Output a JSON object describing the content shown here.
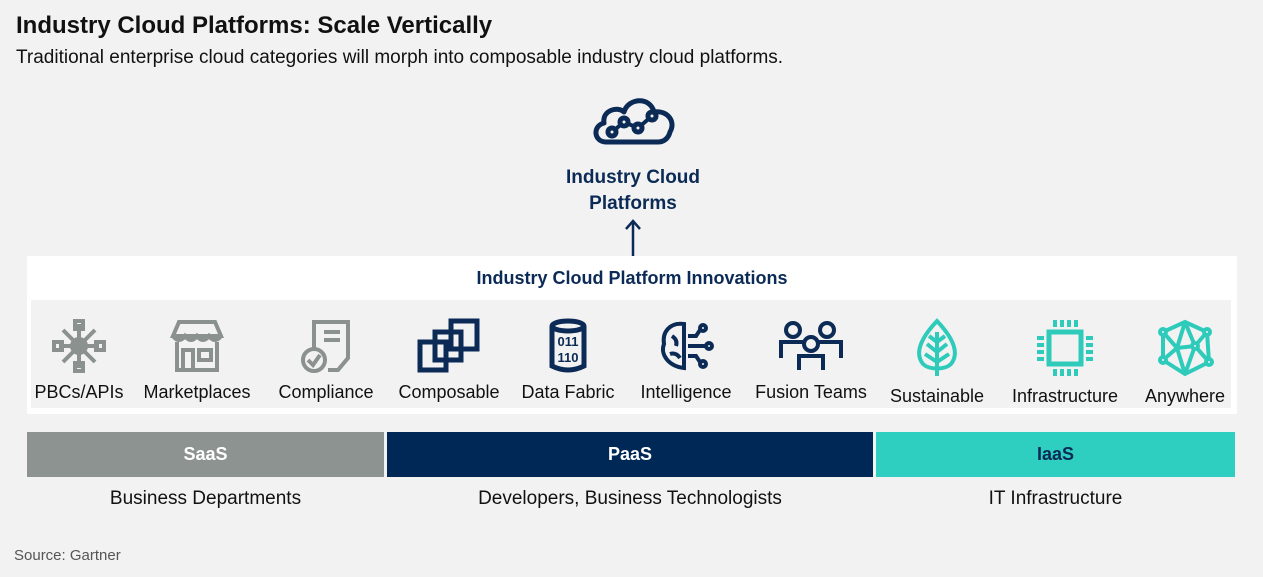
{
  "title": "Industry Cloud Platforms: Scale Vertically",
  "subtitle": "Traditional enterprise cloud categories will morph into composable industry cloud platforms.",
  "top": {
    "line1": "Industry Cloud",
    "line2": "Platforms",
    "icon": "cloud-network-icon"
  },
  "panel_title": "Industry Cloud Platform Innovations",
  "innovations": [
    {
      "label": "PBCs/APIs",
      "icon": "network-hub-icon"
    },
    {
      "label": "Marketplaces",
      "icon": "storefront-icon"
    },
    {
      "label": "Compliance",
      "icon": "document-check-icon"
    },
    {
      "label": "Composable",
      "icon": "stacked-squares-icon"
    },
    {
      "label": "Data Fabric",
      "icon": "database-binary-icon"
    },
    {
      "label": "Intelligence",
      "icon": "brain-circuit-icon"
    },
    {
      "label": "Fusion Teams",
      "icon": "team-icon"
    },
    {
      "label": "Sustainable",
      "icon": "leaf-icon"
    },
    {
      "label": "Infrastructure",
      "icon": "chip-icon"
    },
    {
      "label": "Anywhere",
      "icon": "mesh-network-icon"
    }
  ],
  "layers": [
    {
      "name": "SaaS",
      "audience": "Business Departments",
      "color": "#8c9390"
    },
    {
      "name": "PaaS",
      "audience": "Developers, Business Technologists",
      "color": "#002856"
    },
    {
      "name": "IaaS",
      "audience": "IT Infrastructure",
      "color": "#2ecfc0"
    }
  ],
  "colors": {
    "gray": "#8a918f",
    "navy": "#0b2a55",
    "teal": "#2ecbbb"
  },
  "source": "Source: Gartner"
}
